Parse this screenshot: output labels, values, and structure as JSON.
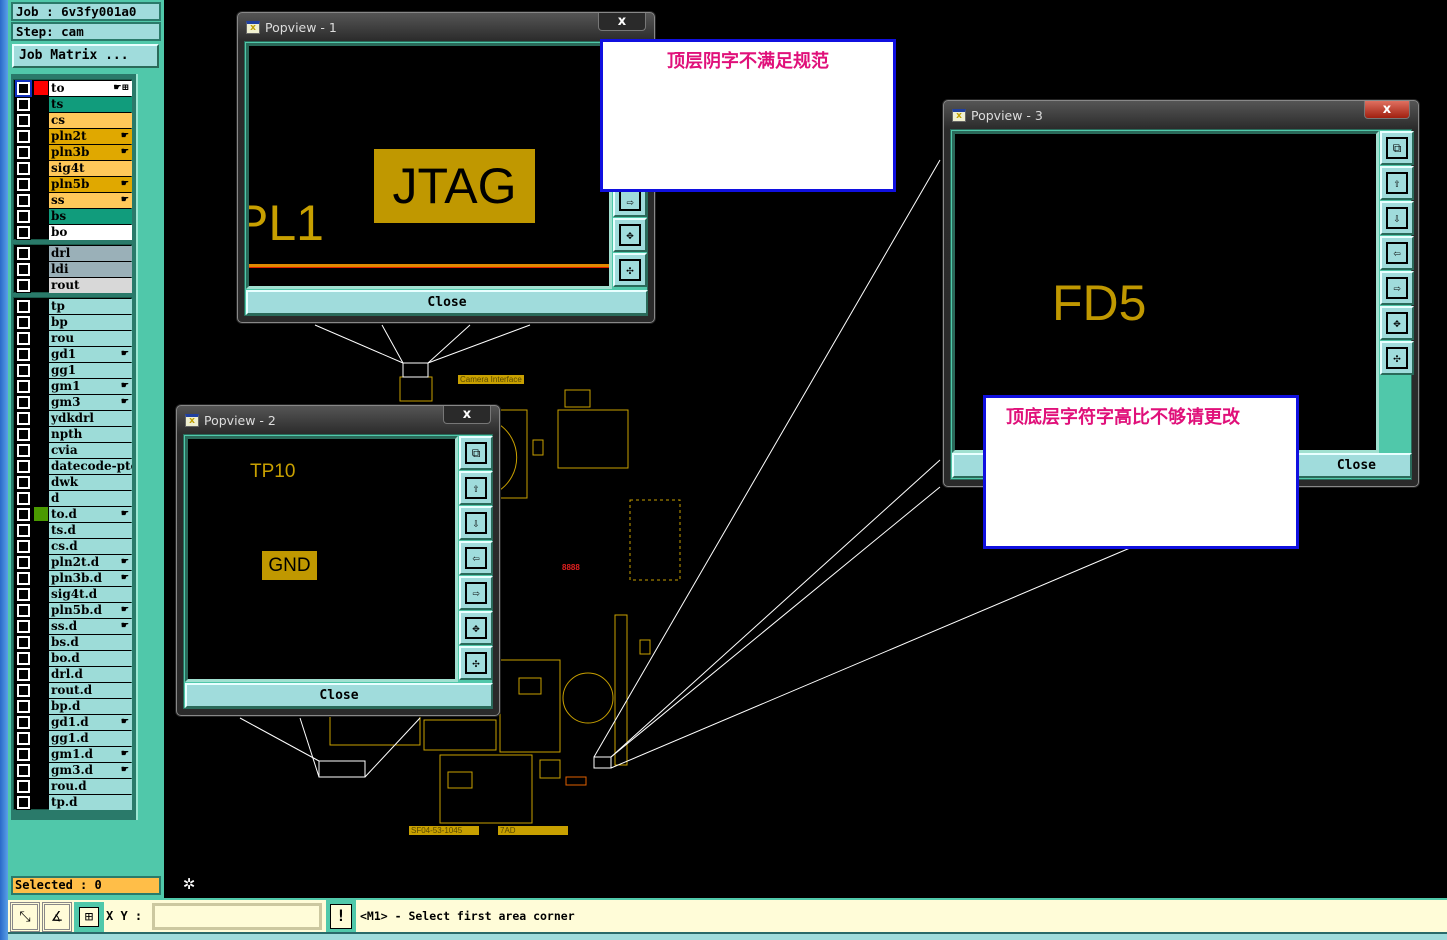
{
  "sidebar": {
    "job": "Job : 6v3fy001a0",
    "step": "Step: cam",
    "job_matrix_button": "Job Matrix ...",
    "selected": "Selected : 0",
    "groups": [
      {
        "layers": [
          {
            "name": "to",
            "bg": "#ffffff",
            "color": "#ff0000",
            "hand": true,
            "selected": true
          },
          {
            "name": "ts",
            "bg": "#119c7c"
          },
          {
            "name": "cs",
            "bg": "#ffc85a"
          },
          {
            "name": "pln2t",
            "bg": "#e0a800",
            "hand": true
          },
          {
            "name": "pln3b",
            "bg": "#e0a800",
            "hand": true
          },
          {
            "name": "sig4t",
            "bg": "#ffc85a"
          },
          {
            "name": "pln5b",
            "bg": "#e0a800",
            "hand": true
          },
          {
            "name": "ss",
            "bg": "#ffc85a",
            "hand": true
          },
          {
            "name": "bs",
            "bg": "#119c7c"
          },
          {
            "name": "bo",
            "bg": "#ffffff"
          }
        ]
      },
      {
        "layers": [
          {
            "name": "drl",
            "bg": "#9ab0b8"
          },
          {
            "name": "ldi",
            "bg": "#9ab0b8"
          },
          {
            "name": "rout",
            "bg": "#d8d8d8"
          }
        ]
      },
      {
        "layers": [
          {
            "name": "tp",
            "bg": "#9ddcd8"
          },
          {
            "name": "bp",
            "bg": "#9ddcd8"
          },
          {
            "name": "rou",
            "bg": "#9ddcd8"
          },
          {
            "name": "gd1",
            "bg": "#9ddcd8",
            "hand": true
          },
          {
            "name": "gg1",
            "bg": "#9ddcd8"
          },
          {
            "name": "gm1",
            "bg": "#9ddcd8",
            "hand": true
          },
          {
            "name": "gm3",
            "bg": "#9ddcd8",
            "hand": true
          },
          {
            "name": "ydkdrl",
            "bg": "#9ddcd8"
          },
          {
            "name": "npth",
            "bg": "#9ddcd8"
          },
          {
            "name": "cvia",
            "bg": "#9ddcd8"
          },
          {
            "name": "datecode-pte",
            "bg": "#9ddcd8"
          },
          {
            "name": "dwk",
            "bg": "#9ddcd8"
          },
          {
            "name": "d",
            "bg": "#9ddcd8"
          },
          {
            "name": "to.d",
            "bg": "#9ddcd8",
            "color": "#4a9a00",
            "hand": true
          },
          {
            "name": "ts.d",
            "bg": "#9ddcd8"
          },
          {
            "name": "cs.d",
            "bg": "#9ddcd8"
          },
          {
            "name": "pln2t.d",
            "bg": "#9ddcd8",
            "hand": true
          },
          {
            "name": "pln3b.d",
            "bg": "#9ddcd8",
            "hand": true
          },
          {
            "name": "sig4t.d",
            "bg": "#9ddcd8"
          },
          {
            "name": "pln5b.d",
            "bg": "#9ddcd8",
            "hand": true
          },
          {
            "name": "ss.d",
            "bg": "#9ddcd8",
            "hand": true
          },
          {
            "name": "bs.d",
            "bg": "#9ddcd8"
          },
          {
            "name": "bo.d",
            "bg": "#9ddcd8"
          },
          {
            "name": "drl.d",
            "bg": "#9ddcd8"
          },
          {
            "name": "rout.d",
            "bg": "#9ddcd8"
          },
          {
            "name": "bp.d",
            "bg": "#9ddcd8"
          },
          {
            "name": "gd1.d",
            "bg": "#9ddcd8",
            "hand": true
          },
          {
            "name": "gg1.d",
            "bg": "#9ddcd8"
          },
          {
            "name": "gm1.d",
            "bg": "#9ddcd8",
            "hand": true
          },
          {
            "name": "gm3.d",
            "bg": "#9ddcd8",
            "hand": true
          },
          {
            "name": "rou.d",
            "bg": "#9ddcd8"
          },
          {
            "name": "tp.d",
            "bg": "#9ddcd8"
          }
        ]
      }
    ]
  },
  "bottombar": {
    "xy_label": "X Y :",
    "xy_value": "",
    "bang": "!",
    "status": "<M1> - Select first area corner"
  },
  "popviews": [
    {
      "title": "Popview - 1",
      "close_x": "x",
      "close_label": "Close",
      "texts": [
        "JTAG",
        "PL1"
      ]
    },
    {
      "title": "Popview - 2",
      "close_x": "x",
      "close_label": "Close",
      "texts": [
        "TP10",
        "GND"
      ]
    },
    {
      "title": "Popview - 3",
      "close_x": "x",
      "close_label": "Close",
      "texts": [
        "FD5"
      ]
    }
  ],
  "notes": [
    "顶层阴字不满足规范",
    "顶底层字符字高比不够请更改"
  ],
  "pcb_labels": [
    "Camera Interface",
    "8888",
    "SF04-53-1045",
    "7AD"
  ],
  "colors": {
    "silk": "#c8a000",
    "panel": "#50c8aa",
    "note_text": "#e0107a",
    "note_border": "#1010e0"
  }
}
